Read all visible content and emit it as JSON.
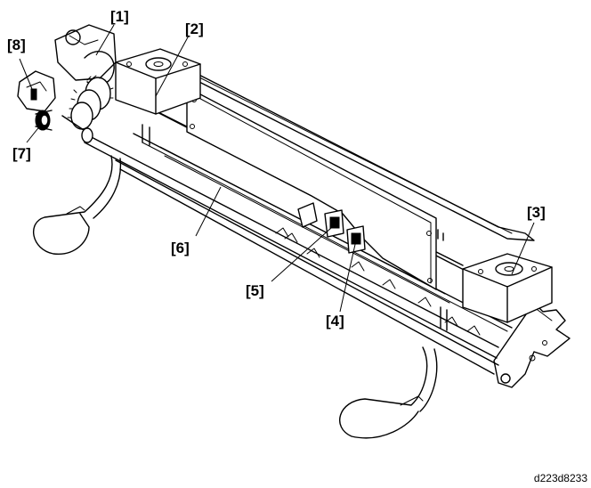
{
  "figure_id": "d223d8233",
  "callouts": [
    {
      "label": "[1]"
    },
    {
      "label": "[2]"
    },
    {
      "label": "[3]"
    },
    {
      "label": "[4]"
    },
    {
      "label": "[5]"
    },
    {
      "label": "[6]"
    },
    {
      "label": "[7]"
    },
    {
      "label": "[8]"
    }
  ]
}
